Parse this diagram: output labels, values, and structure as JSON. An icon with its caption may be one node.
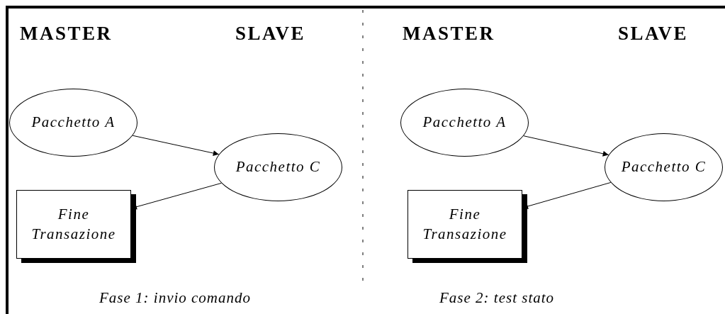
{
  "diagram": {
    "nodes": [
      {
        "text": [
          "Pacchetto A"
        ]
      },
      {
        "text": [
          "Pacchetto C"
        ]
      },
      {
        "text": [
          "Fine Transazione"
        ]
      },
      {
        "text": [
          "Pacchetto A"
        ]
      },
      {
        "text": [
          "Pacchetto C"
        ]
      },
      {
        "text": [
          "Fine Transazione"
        ]
      }
    ],
    "edges": [
      {
        "from": 0,
        "to": 1,
        "arrow": "to"
      },
      {
        "from": 1,
        "to": 2,
        "arrow": "to"
      },
      {
        "from": 3,
        "to": 4,
        "arrow": "to"
      },
      {
        "from": 4,
        "to": 5,
        "arrow": "to"
      }
    ],
    "labels": [
      "MASTER",
      "SLAVE",
      "MASTER",
      "SLAVE",
      "Fase 1: invio comando",
      "Fase 2: test stato"
    ]
  }
}
